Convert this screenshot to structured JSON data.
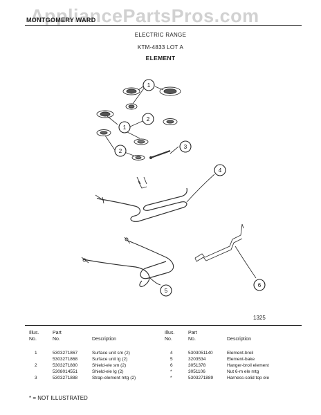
{
  "watermark": "AppliancePartsPros.com",
  "header": {
    "brand": "MONTGOMERY WARD",
    "line1": "ELECTRIC RANGE",
    "line2": "KTM-4833 LOT A",
    "line3": "ELEMENT"
  },
  "diagram": {
    "callouts": [
      "1",
      "1",
      "2",
      "2",
      "3",
      "4",
      "5",
      "6"
    ]
  },
  "page_code": "1325",
  "table": {
    "headers": {
      "illus": "Illus.",
      "no": "No.",
      "part": "Part",
      "part_no": "No.",
      "description": "Description"
    },
    "left_rows": [
      {
        "illus": "1",
        "part": "5303271867",
        "desc": "Surface unit sm (2)"
      },
      {
        "illus": "",
        "part": "5303271868",
        "desc": "Surface unit lg (2)"
      },
      {
        "illus": "2",
        "part": "5303271880",
        "desc": "Shield-ele sm (2)"
      },
      {
        "illus": "",
        "part": "5308014551",
        "desc": "Shield-ele lg (2)"
      },
      {
        "illus": "3",
        "part": "5303271888",
        "desc": "Strap-element mtg (2)"
      }
    ],
    "right_rows": [
      {
        "illus": "4",
        "part": "5303051140",
        "desc": "Element-broil"
      },
      {
        "illus": "5",
        "part": "3203534",
        "desc": "Element-bake"
      },
      {
        "illus": "6",
        "part": "3051378",
        "desc": "Hanger-broil element"
      },
      {
        "illus": "*",
        "part": "3051106",
        "desc": "Nut 6-m ele mtg"
      },
      {
        "illus": "*",
        "part": "5303271889",
        "desc": "Harness-solid top ele"
      }
    ]
  },
  "footnote": "* = NOT ILLUSTRATED"
}
